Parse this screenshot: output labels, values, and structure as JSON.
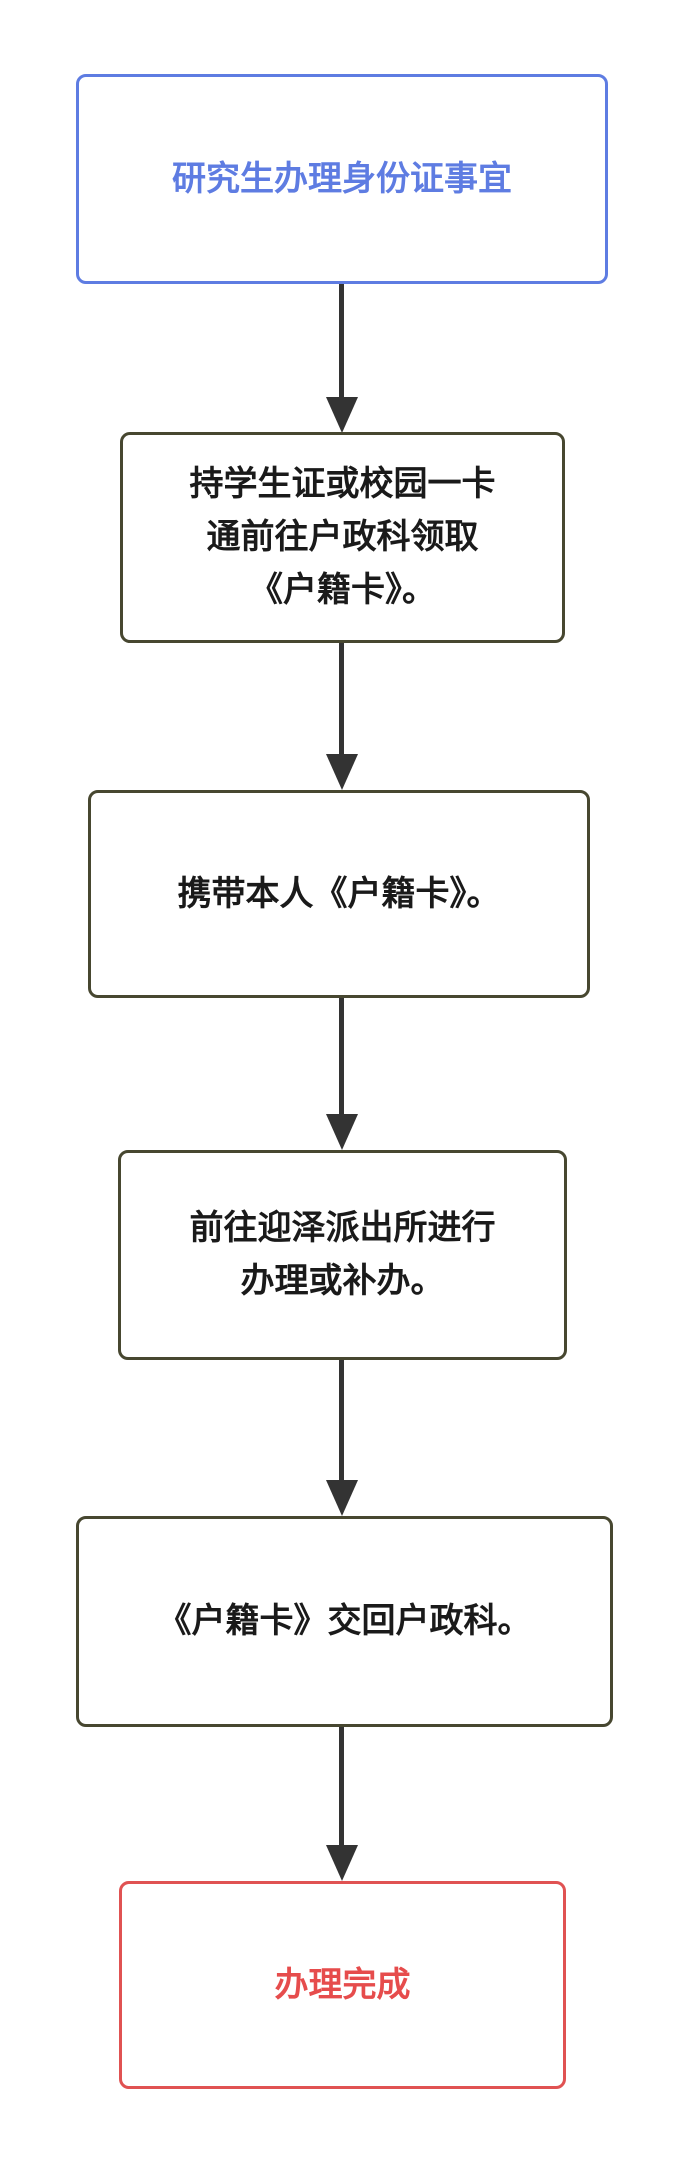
{
  "flowchart": {
    "description": "Vertical flowchart about graduate student ID card procedure",
    "arrow_color": "#333333",
    "nodes": [
      {
        "id": "title",
        "text": "研究生办理身份证事宜",
        "border_color": "#5e7ce2",
        "text_color": "#5e7ce2"
      },
      {
        "id": "step-1",
        "text": "持学生证或校园一卡通前往户政科领取《户籍卡》。",
        "lines": [
          "持学生证或校园一卡",
          "通前往户政科领取",
          "《户籍卡》。"
        ],
        "border_color": "#474730",
        "text_color": "#1a1a1a"
      },
      {
        "id": "step-2",
        "text": "携带本人《户籍卡》。",
        "lines": [
          "携带本人《户籍卡》。"
        ],
        "border_color": "#474730",
        "text_color": "#1a1a1a"
      },
      {
        "id": "step-3",
        "text": "前往迎泽派出所进行办理或补办。",
        "lines": [
          "前往迎泽派出所进行",
          "办理或补办。"
        ],
        "border_color": "#474730",
        "text_color": "#1a1a1a"
      },
      {
        "id": "step-4",
        "text": "《户籍卡》交回户政科。",
        "lines": [
          "《户籍卡》交回户政科。"
        ],
        "border_color": "#474730",
        "text_color": "#1a1a1a"
      },
      {
        "id": "end",
        "text": "办理完成",
        "border_color": "#e05252",
        "text_color": "#e64c4c"
      }
    ]
  }
}
